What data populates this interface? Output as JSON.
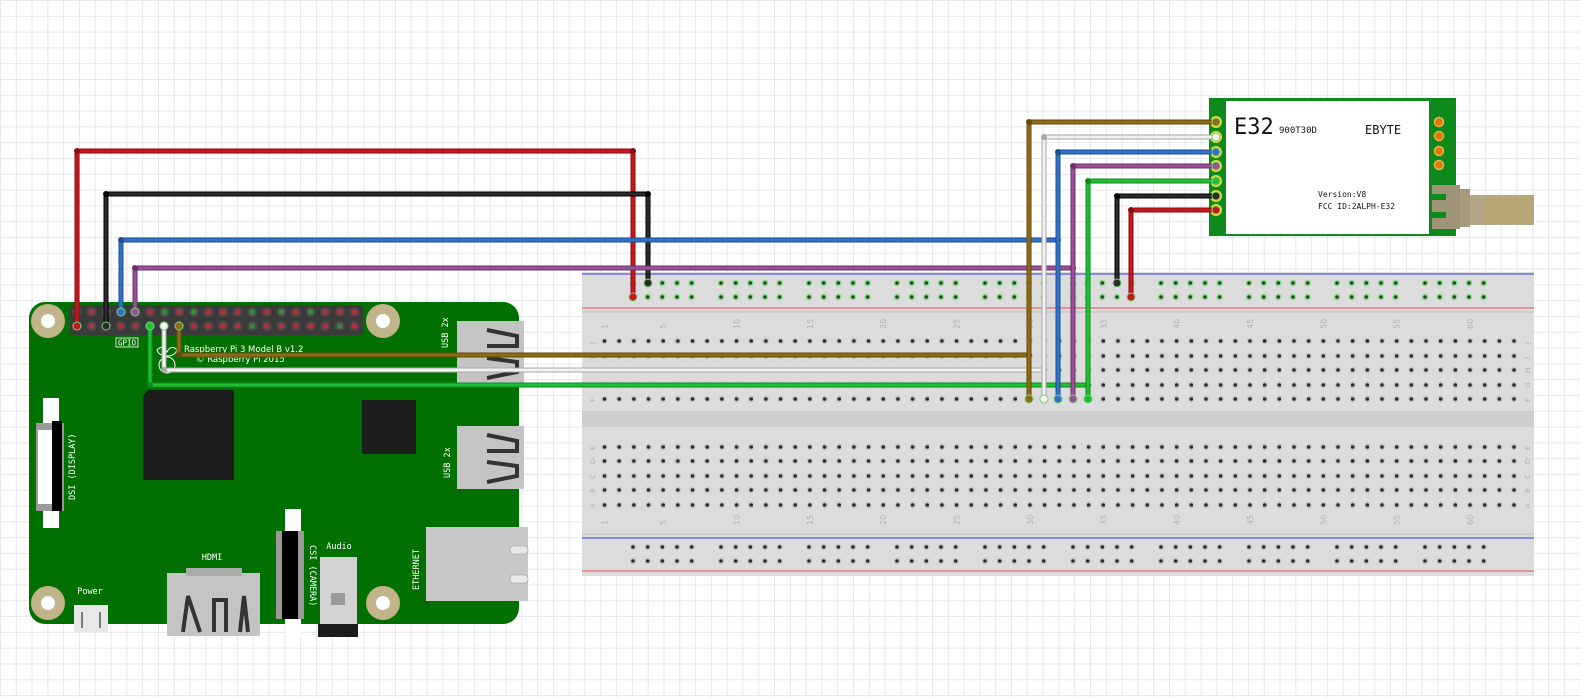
{
  "raspberry_pi": {
    "model_label": "Raspberry Pi 3 Model B v1.2",
    "copyright": "© Raspberry Pi 2015",
    "gpio_label": "GPIO",
    "connectors": {
      "dsi": "DSI (DISPLAY)",
      "csi": "CSI (CAMERA)",
      "hdmi": "HDMI",
      "audio": "Audio",
      "power": "Power",
      "usb_top": "USB 2x",
      "usb_bottom": "USB 2x",
      "ethernet": "ETHERNET"
    }
  },
  "e32_module": {
    "name": "E32",
    "model": "900T30D",
    "brand": "EBYTE",
    "version": "Version:V8",
    "fcc_id": "FCC ID:2ALPH-E32"
  },
  "breadboard": {
    "column_numbers": [
      "1",
      "5",
      "10",
      "15",
      "20",
      "25",
      "30",
      "35",
      "40",
      "45",
      "50",
      "55",
      "60"
    ],
    "top_row_letters": [
      "J",
      "I",
      "H",
      "G",
      "F"
    ],
    "bottom_row_letters": [
      "E",
      "D",
      "C",
      "B",
      "A"
    ]
  },
  "wires": [
    {
      "name": "red-power",
      "color": "#c8161d"
    },
    {
      "name": "black-ground",
      "color": "#2b2b2b"
    },
    {
      "name": "blue",
      "color": "#2f72c8"
    },
    {
      "name": "purple",
      "color": "#9a4f96"
    },
    {
      "name": "brown",
      "color": "#8f6b16"
    },
    {
      "name": "white",
      "color": "#f2f2f2"
    },
    {
      "name": "green",
      "color": "#1fbf34"
    }
  ],
  "colors": {
    "pcb_green": "#007100",
    "e32_green": "#0e8a1c",
    "breadboard": "#dcdcdc",
    "rail_blue": "#2b3fdc",
    "rail_red": "#e05050"
  }
}
